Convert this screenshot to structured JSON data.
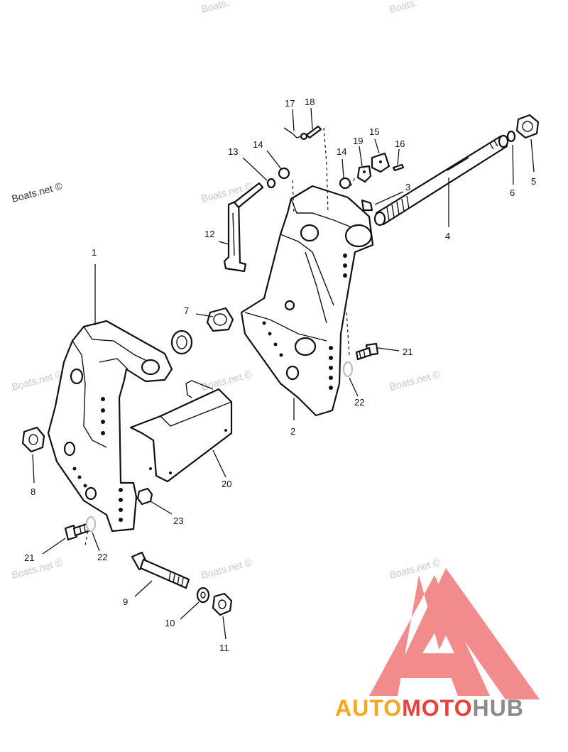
{
  "watermark": {
    "text": "Boats.net ©",
    "text_short": "Boats."
  },
  "callouts": {
    "c1": "1",
    "c2": "2",
    "c3": "3",
    "c4": "4",
    "c5": "5",
    "c6": "6",
    "c7": "7",
    "c8": "8",
    "c9": "9",
    "c10": "10",
    "c11": "11",
    "c12": "12",
    "c13": "13",
    "c14a": "14",
    "c14b": "14",
    "c15": "15",
    "c16": "16",
    "c17": "17",
    "c18": "18",
    "c19": "19",
    "c20": "20",
    "c21a": "21",
    "c21b": "21",
    "c22a": "22",
    "c22b": "22",
    "c23": "23"
  },
  "logo": {
    "part1": "AUTO",
    "part2": "MOTO",
    "part3": "HUB",
    "colors": {
      "orange": "#f5a623",
      "red": "#e8413c",
      "gray": "#8a8a8a",
      "triangle": "#f28b8b"
    }
  }
}
